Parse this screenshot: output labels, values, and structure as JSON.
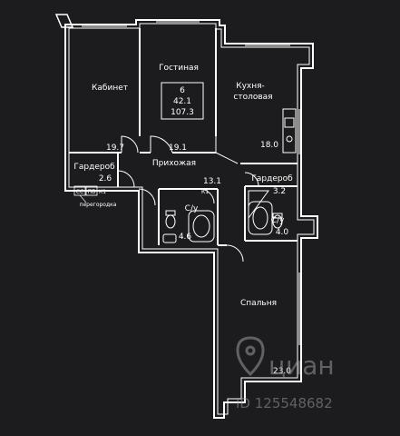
{
  "apartment": {
    "rooms_count": "6",
    "living_area": "42.1",
    "total_area": "107.3"
  },
  "rooms": {
    "study": {
      "name": "Кабинет",
      "area": "19.7"
    },
    "living": {
      "name": "Гостиная",
      "area": "19.1"
    },
    "kitchen": {
      "name_line1": "Кухня-",
      "name_line2": "столовая",
      "area": "18.0"
    },
    "wardrobe_left": {
      "name": "Гардероб",
      "area": "2.6"
    },
    "hall": {
      "name": "Прихожая",
      "area": "13.1"
    },
    "bath_left": {
      "name": "С/у",
      "area": "4.6"
    },
    "wardrobe_right": {
      "name": "Гардероб",
      "area": "3.2"
    },
    "bath_right": {
      "name": "С/у",
      "area": "4.0"
    },
    "bedroom": {
      "name": "Спальня",
      "area": "23.0"
    }
  },
  "markers": {
    "cc": "СС",
    "pb": "ПБ",
    "k1_a": "К1",
    "k1_b": "К1",
    "partition": "перегородка"
  },
  "watermark": {
    "logo": "циан",
    "id": "ID 125548682"
  },
  "colors": {
    "background": "#1c1c1e",
    "wall": "#ffffff",
    "ink": "#ffffff"
  }
}
